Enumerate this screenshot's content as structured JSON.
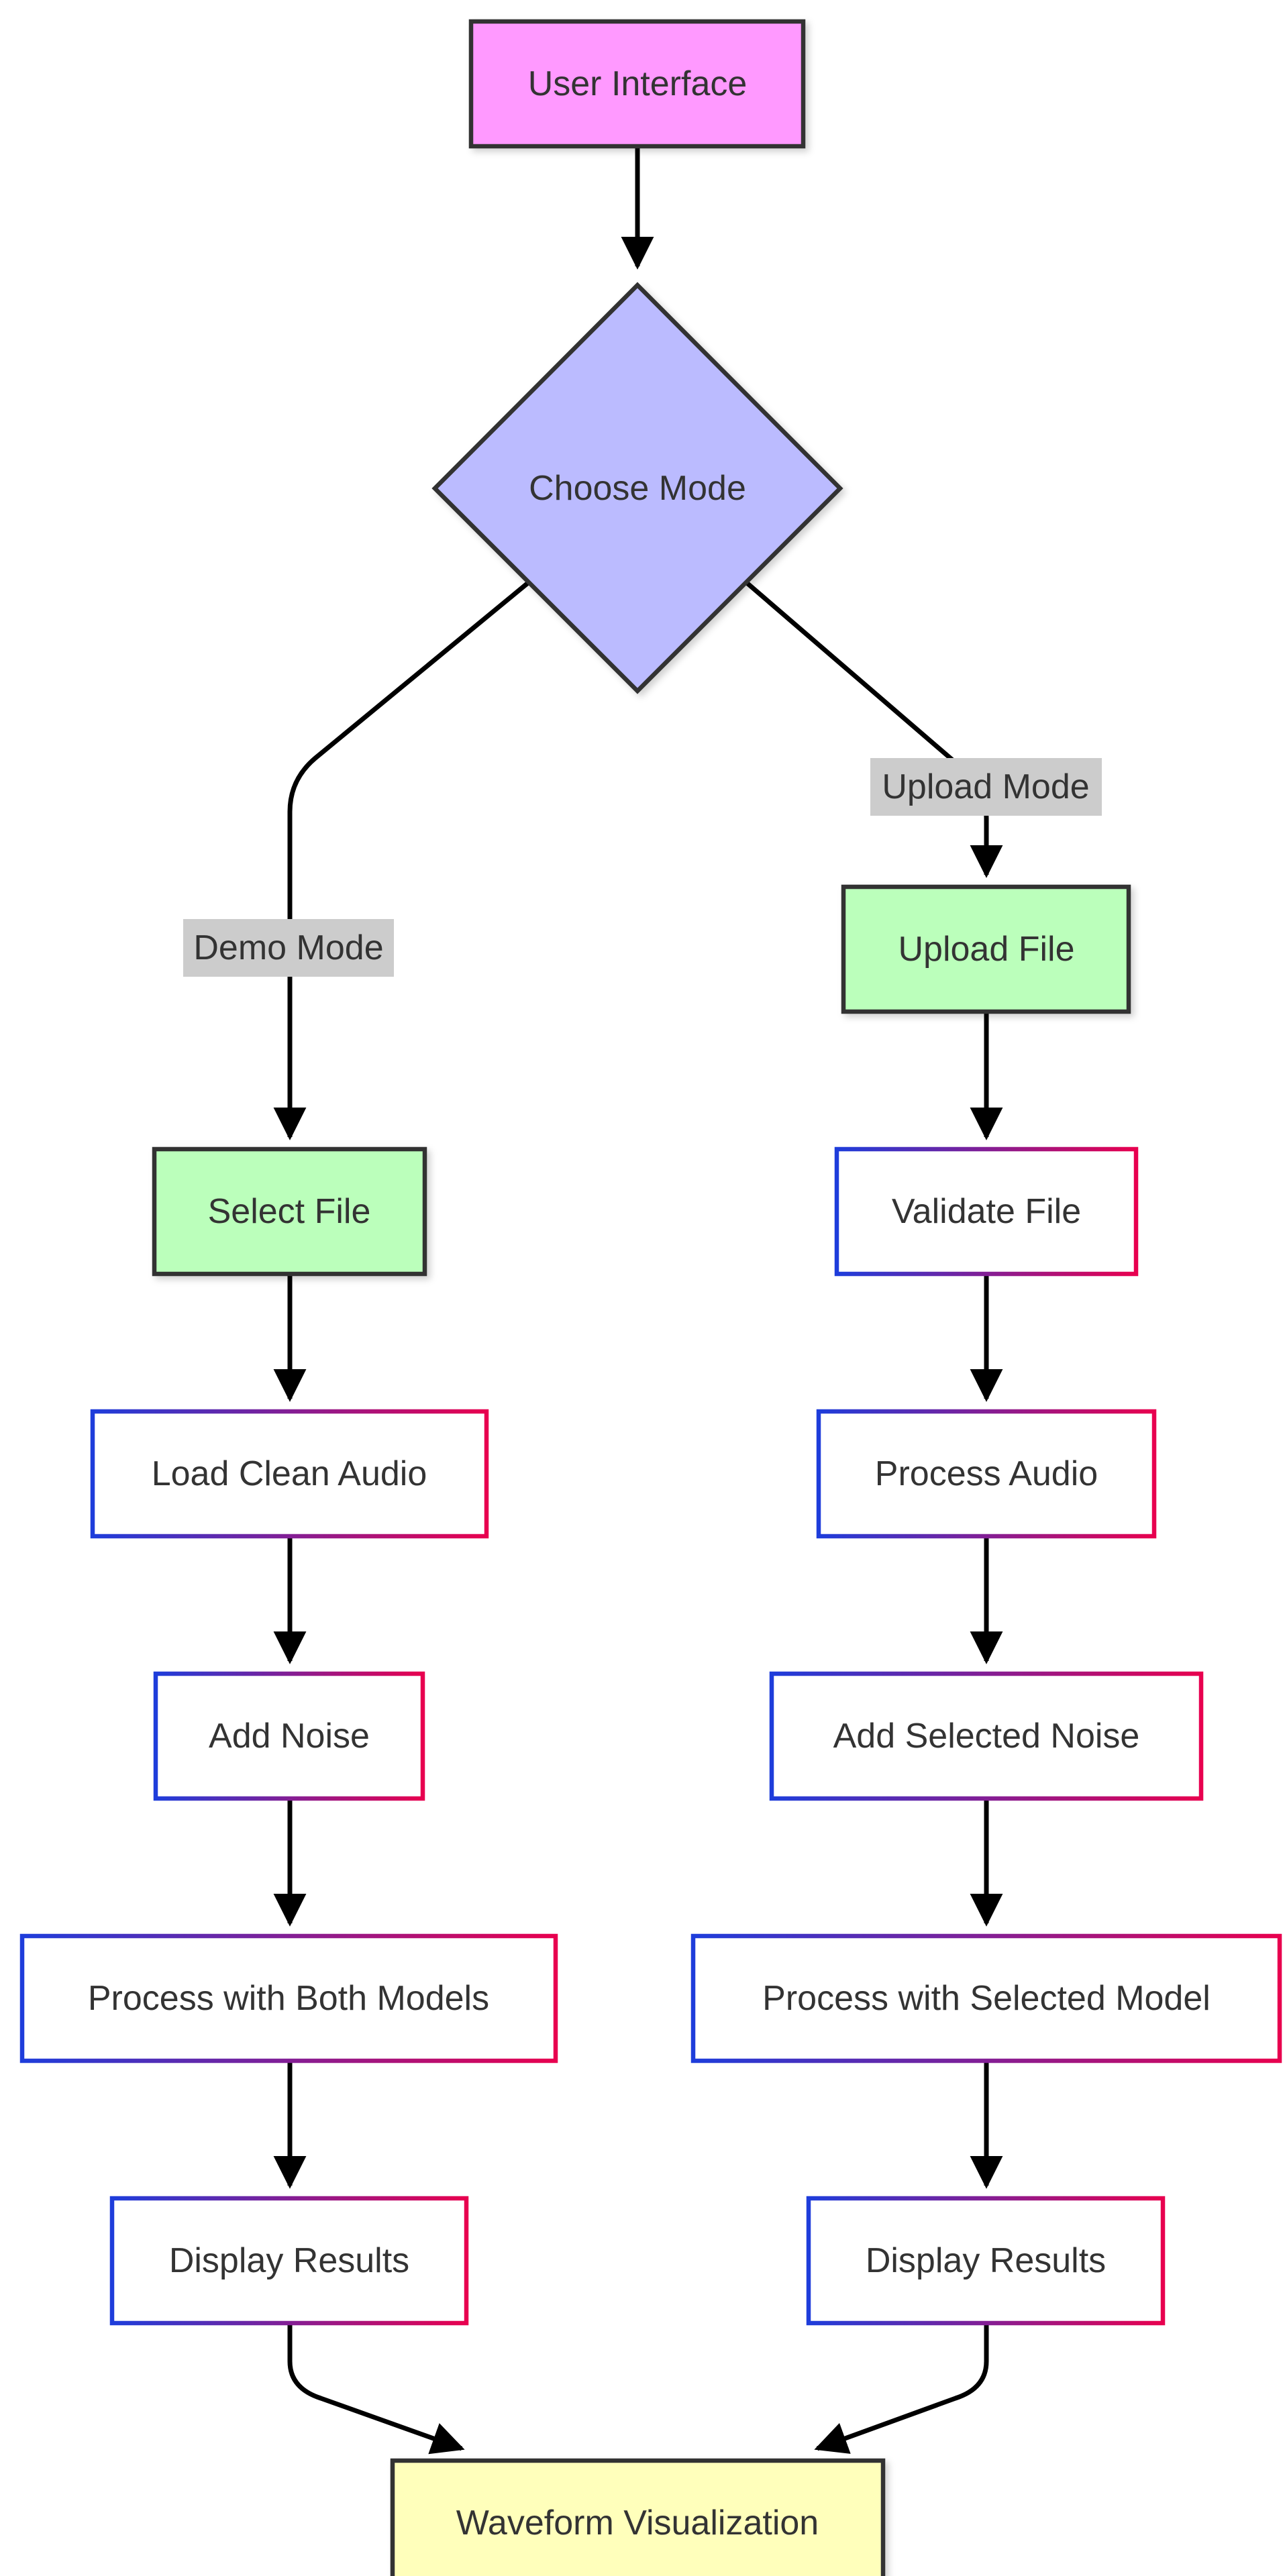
{
  "colors": {
    "node_stroke_dark": "#333333",
    "start_fill": "#ff99ff",
    "decision_fill": "#bbbbff",
    "input_fill": "#bbffbb",
    "process_fill": "#ffffff",
    "gradient_start": "#1e3ddb",
    "gradient_end": "#e8004f",
    "output_fill": "#ffffbb",
    "edge_color": "#000000",
    "edge_label_bg": "#cccccc",
    "text_color": "#333333"
  },
  "nodes": {
    "user_interface": "User Interface",
    "choose_mode": "Choose Mode",
    "upload_file": "Upload File",
    "select_file": "Select File",
    "validate_file": "Validate File",
    "load_clean_audio": "Load Clean Audio",
    "process_audio": "Process Audio",
    "add_noise": "Add Noise",
    "add_selected_noise": "Add Selected Noise",
    "process_both_models": "Process with Both Models",
    "process_selected_model": "Process with Selected Model",
    "display_results_demo": "Display Results",
    "display_results_upload": "Display Results",
    "waveform_visualization": "Waveform Visualization"
  },
  "edge_labels": {
    "demo_mode": "Demo Mode",
    "upload_mode": "Upload Mode"
  }
}
